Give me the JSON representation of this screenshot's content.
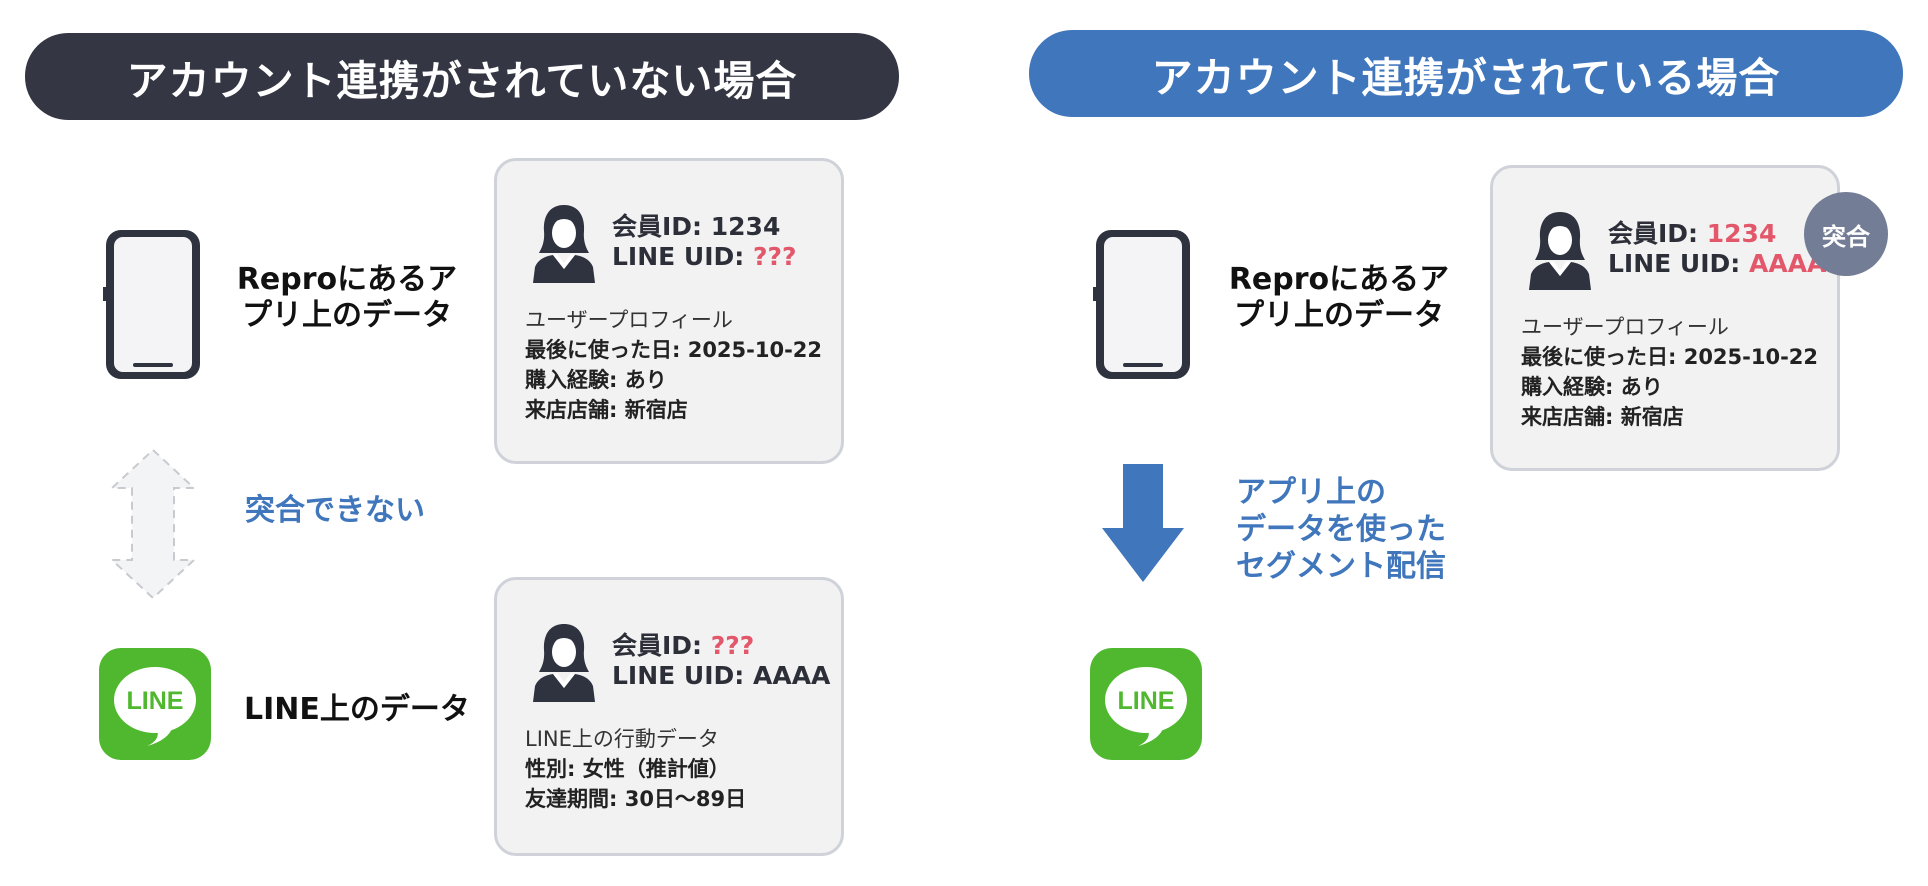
{
  "left": {
    "banner": "アカウント連携がされていない場合",
    "app_label": "Reproにあるアプリ上のデータ",
    "match_label": "突合できない",
    "line_label": "LINE上のデータ",
    "card_top": {
      "id_key": "会員ID: ",
      "id_value": "1234",
      "uid_key": "LINE UID: ",
      "uid_value": "???",
      "section_title": "ユーザープロフィール",
      "rows": [
        "最後に使った日: 2025-10-22",
        "購入経験: あり",
        "来店店舗: 新宿店"
      ]
    },
    "card_bottom": {
      "id_key": "会員ID: ",
      "id_value": "???",
      "uid_key": "LINE UID: ",
      "uid_value": "AAAA",
      "section_title": "LINE上の行動データ",
      "rows": [
        "性別: 女性（推計値）",
        "友達期間: 30日〜89日"
      ]
    }
  },
  "right": {
    "banner": "アカウント連携がされている場合",
    "app_label": "Reproにあるアプリ上のデータ",
    "flow_label": [
      "アプリ上の",
      "データを使った",
      "セグメント配信"
    ],
    "badge": "突合",
    "card": {
      "id_key": "会員ID: ",
      "id_value": "1234",
      "uid_key": "LINE UID: ",
      "uid_value": "AAAA",
      "section_title": "ユーザープロフィール",
      "rows": [
        "最後に使った日: 2025-10-22",
        "購入経験: あり",
        "来店店舗: 新宿店"
      ]
    }
  },
  "line_logo_text": "LINE",
  "colors": {
    "dark": "#343743",
    "blue": "#3f76bc",
    "red": "#e2586a",
    "line_green": "#4fb82e",
    "badge": "#737d95"
  }
}
